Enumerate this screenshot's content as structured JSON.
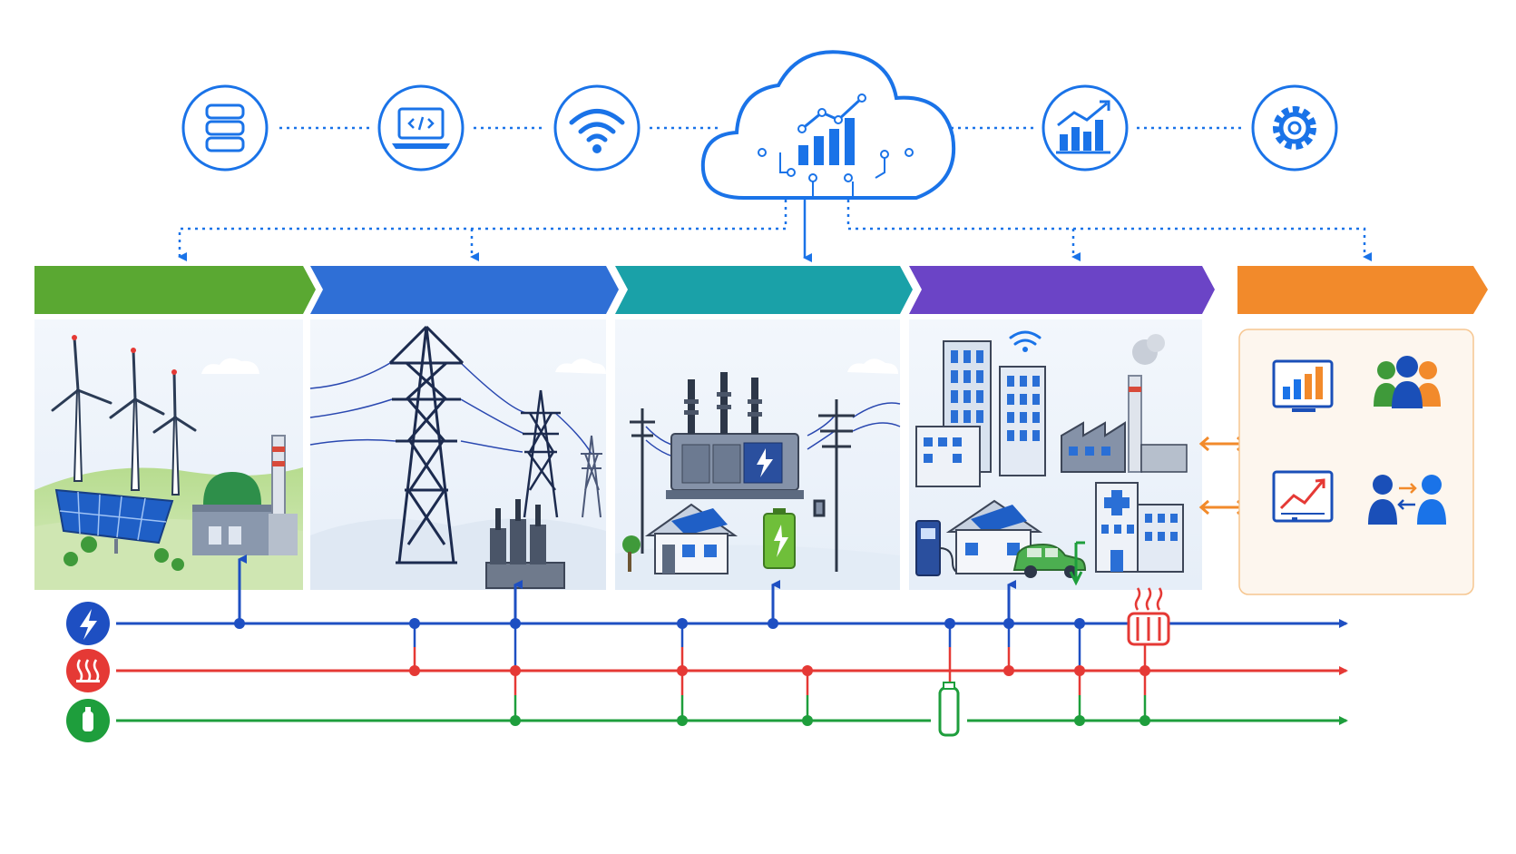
{
  "colors": {
    "cloud_blue": "#1a73e8",
    "electricity": "#1e4fc2",
    "heat": "#e53935",
    "gas": "#1e9e3c",
    "generation": "#5aa832",
    "transmission": "#2f6fd6",
    "distribution": "#1aa1a8",
    "consumption": "#6b44c6",
    "services": "#f28a2b",
    "dark_line": "#1f3b73"
  },
  "cloud": {
    "icon": "cloud-analytics-icon",
    "left_icons": [
      "database-icon",
      "code-laptop-icon",
      "wifi-icon"
    ],
    "right_icons": [
      "bar-chart-growth-icon",
      "gear-icon"
    ]
  },
  "stages": [
    {
      "icon": "renewable-generation-icon",
      "color": "#5aa832"
    },
    {
      "icon": "transmission-tower-icon",
      "color": "#2f6fd6"
    },
    {
      "icon": "substation-distribution-icon",
      "color": "#1aa1a8"
    },
    {
      "icon": "smart-city-consumption-icon",
      "color": "#6b44c6"
    },
    {
      "icon": "services-panel-icon",
      "color": "#f28a2b"
    }
  ],
  "services_icons": [
    "dashboard-chart-icon",
    "user-group-icon",
    "trend-chart-icon",
    "peer-exchange-icon"
  ],
  "energy_lines": [
    {
      "name": "electricity",
      "icon": "lightning-icon",
      "color": "#1e4fc2"
    },
    {
      "name": "heat",
      "icon": "heat-waves-icon",
      "color": "#e53935"
    },
    {
      "name": "gas",
      "icon": "gas-cylinder-icon",
      "color": "#1e9e3c"
    }
  ]
}
